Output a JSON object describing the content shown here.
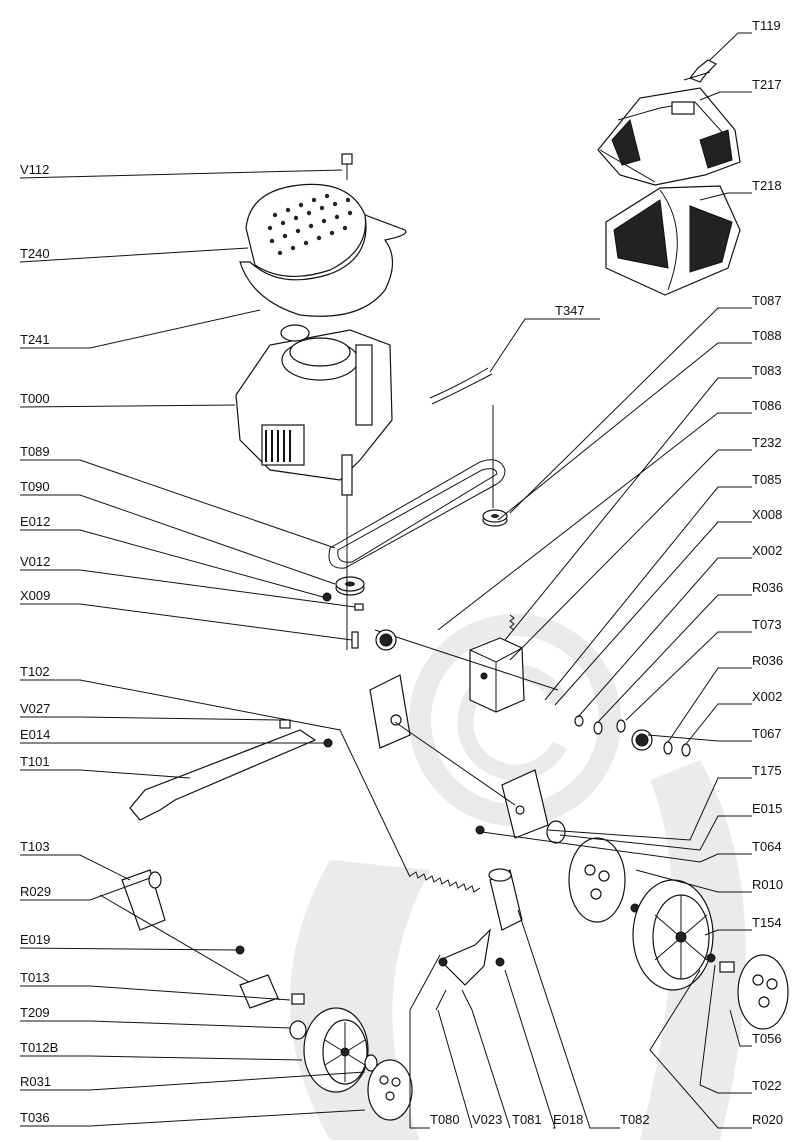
{
  "diagram": {
    "title": "",
    "labels": [
      {
        "id": "T119",
        "text": "T119"
      },
      {
        "id": "T217",
        "text": "T217"
      },
      {
        "id": "V112",
        "text": "V112"
      },
      {
        "id": "T218",
        "text": "T218"
      },
      {
        "id": "T240",
        "text": "T240"
      },
      {
        "id": "T347",
        "text": "T347"
      },
      {
        "id": "T241",
        "text": "T241"
      },
      {
        "id": "T087",
        "text": "T087"
      },
      {
        "id": "T088",
        "text": "T088"
      },
      {
        "id": "T083",
        "text": "T083"
      },
      {
        "id": "T000",
        "text": "T000"
      },
      {
        "id": "T086",
        "text": "T086"
      },
      {
        "id": "T089",
        "text": "T089"
      },
      {
        "id": "T232",
        "text": "T232"
      },
      {
        "id": "T090",
        "text": "T090"
      },
      {
        "id": "T085",
        "text": "T085"
      },
      {
        "id": "E012",
        "text": "E012"
      },
      {
        "id": "X008",
        "text": "X008"
      },
      {
        "id": "V012",
        "text": "V012"
      },
      {
        "id": "X002a",
        "text": "X002"
      },
      {
        "id": "X009",
        "text": "X009"
      },
      {
        "id": "R036a",
        "text": "R036"
      },
      {
        "id": "T102",
        "text": "T102"
      },
      {
        "id": "T073",
        "text": "T073"
      },
      {
        "id": "V027",
        "text": "V027"
      },
      {
        "id": "R036b",
        "text": "R036"
      },
      {
        "id": "E014",
        "text": "E014"
      },
      {
        "id": "X002b",
        "text": "X002"
      },
      {
        "id": "T101",
        "text": "T101"
      },
      {
        "id": "T067",
        "text": "T067"
      },
      {
        "id": "T175",
        "text": "T175"
      },
      {
        "id": "E015",
        "text": "E015"
      },
      {
        "id": "T103",
        "text": "T103"
      },
      {
        "id": "T064",
        "text": "T064"
      },
      {
        "id": "R029",
        "text": "R029"
      },
      {
        "id": "R010",
        "text": "R010"
      },
      {
        "id": "E019",
        "text": "E019"
      },
      {
        "id": "T154",
        "text": "T154"
      },
      {
        "id": "T013",
        "text": "T013"
      },
      {
        "id": "T209",
        "text": "T209"
      },
      {
        "id": "T056",
        "text": "T056"
      },
      {
        "id": "T012B",
        "text": "T012B"
      },
      {
        "id": "T022",
        "text": "T022"
      },
      {
        "id": "R031",
        "text": "R031"
      },
      {
        "id": "T036",
        "text": "T036"
      },
      {
        "id": "T080",
        "text": "T080"
      },
      {
        "id": "V023",
        "text": "V023"
      },
      {
        "id": "T081",
        "text": "T081"
      },
      {
        "id": "E018",
        "text": "E018"
      },
      {
        "id": "T082",
        "text": "T082"
      },
      {
        "id": "R020",
        "text": "R020"
      }
    ]
  }
}
